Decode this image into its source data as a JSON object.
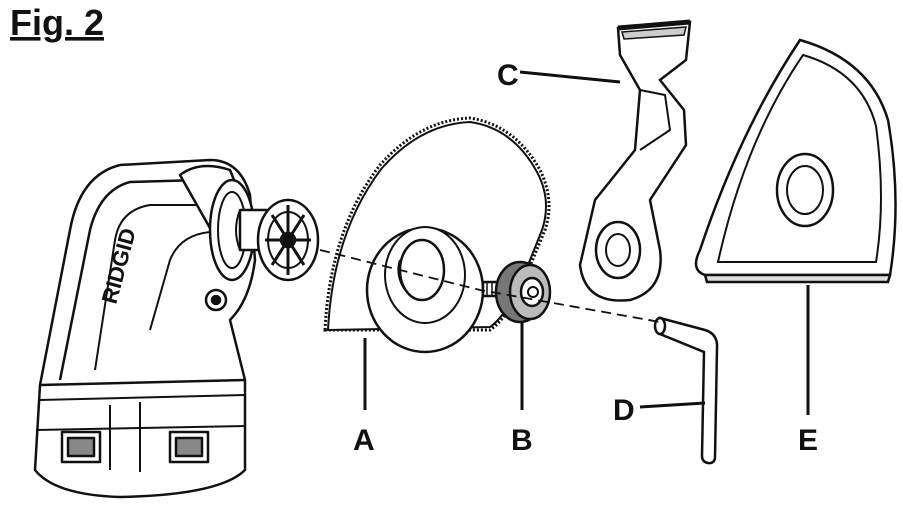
{
  "figure": {
    "title": "Fig. 2",
    "brand": "RIDGID"
  },
  "callouts": [
    {
      "letter": "A",
      "part": "saw-blade"
    },
    {
      "letter": "B",
      "part": "flange-screw"
    },
    {
      "letter": "C",
      "part": "plunge-blade"
    },
    {
      "letter": "D",
      "part": "hex-key"
    },
    {
      "letter": "E",
      "part": "sanding-pad"
    }
  ],
  "colors": {
    "ink": "#111111",
    "paper": "#ffffff",
    "shade": "#d6d6d6",
    "dark": "#555555"
  }
}
